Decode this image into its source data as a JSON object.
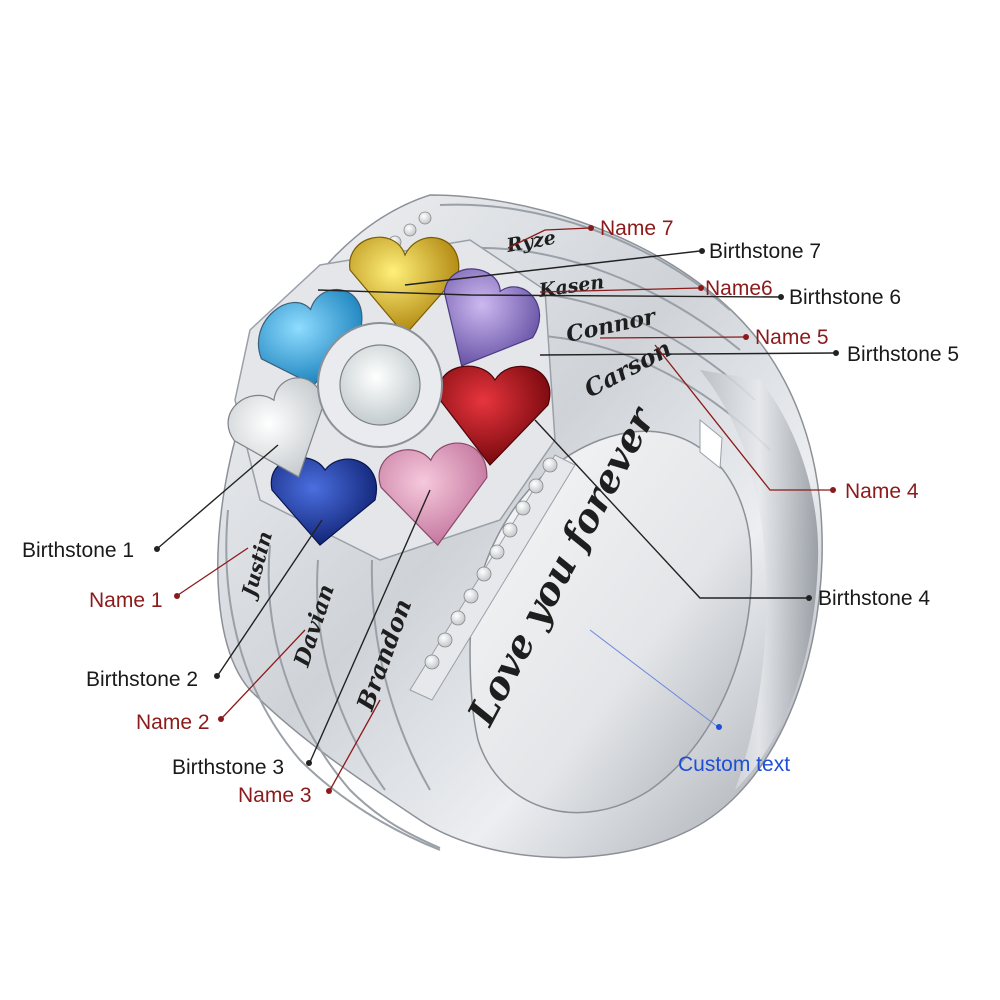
{
  "names": {
    "name1": "Justin",
    "name2": "Davian",
    "name3": "Brandon",
    "name4": "Carson",
    "name5": "Connor",
    "name6": "Kasen",
    "name7": "Ryze"
  },
  "custom_text": "Love you forever",
  "labels": {
    "birthstone1": "Birthstone 1",
    "birthstone2": "Birthstone 2",
    "birthstone3": "Birthstone 3",
    "birthstone4": "Birthstone 4",
    "birthstone5": "Birthstone 5",
    "birthstone6": "Birthstone 6",
    "birthstone7": "Birthstone 7",
    "name1": "Name 1",
    "name2": "Name 2",
    "name3": "Name 3",
    "name4": "Name 4",
    "name5": "Name 5",
    "name6": "Name6",
    "name7": "Name 7",
    "custom": "Custom text"
  },
  "colors": {
    "name_label": "#8b1a1a",
    "birthstone_label": "#1a1a1a",
    "custom_label": "#1f4fd6",
    "metal": "#d9dce0",
    "stone1": "#f2f2f2",
    "stone2": "#1d3ca8",
    "stone3": "#e79fc0",
    "stone4": "#b3121c",
    "stone5": "#9a7fd0",
    "stone6": "#3fb0e6",
    "stone7": "#e9c21a",
    "center_stone": "#eef3f4"
  }
}
